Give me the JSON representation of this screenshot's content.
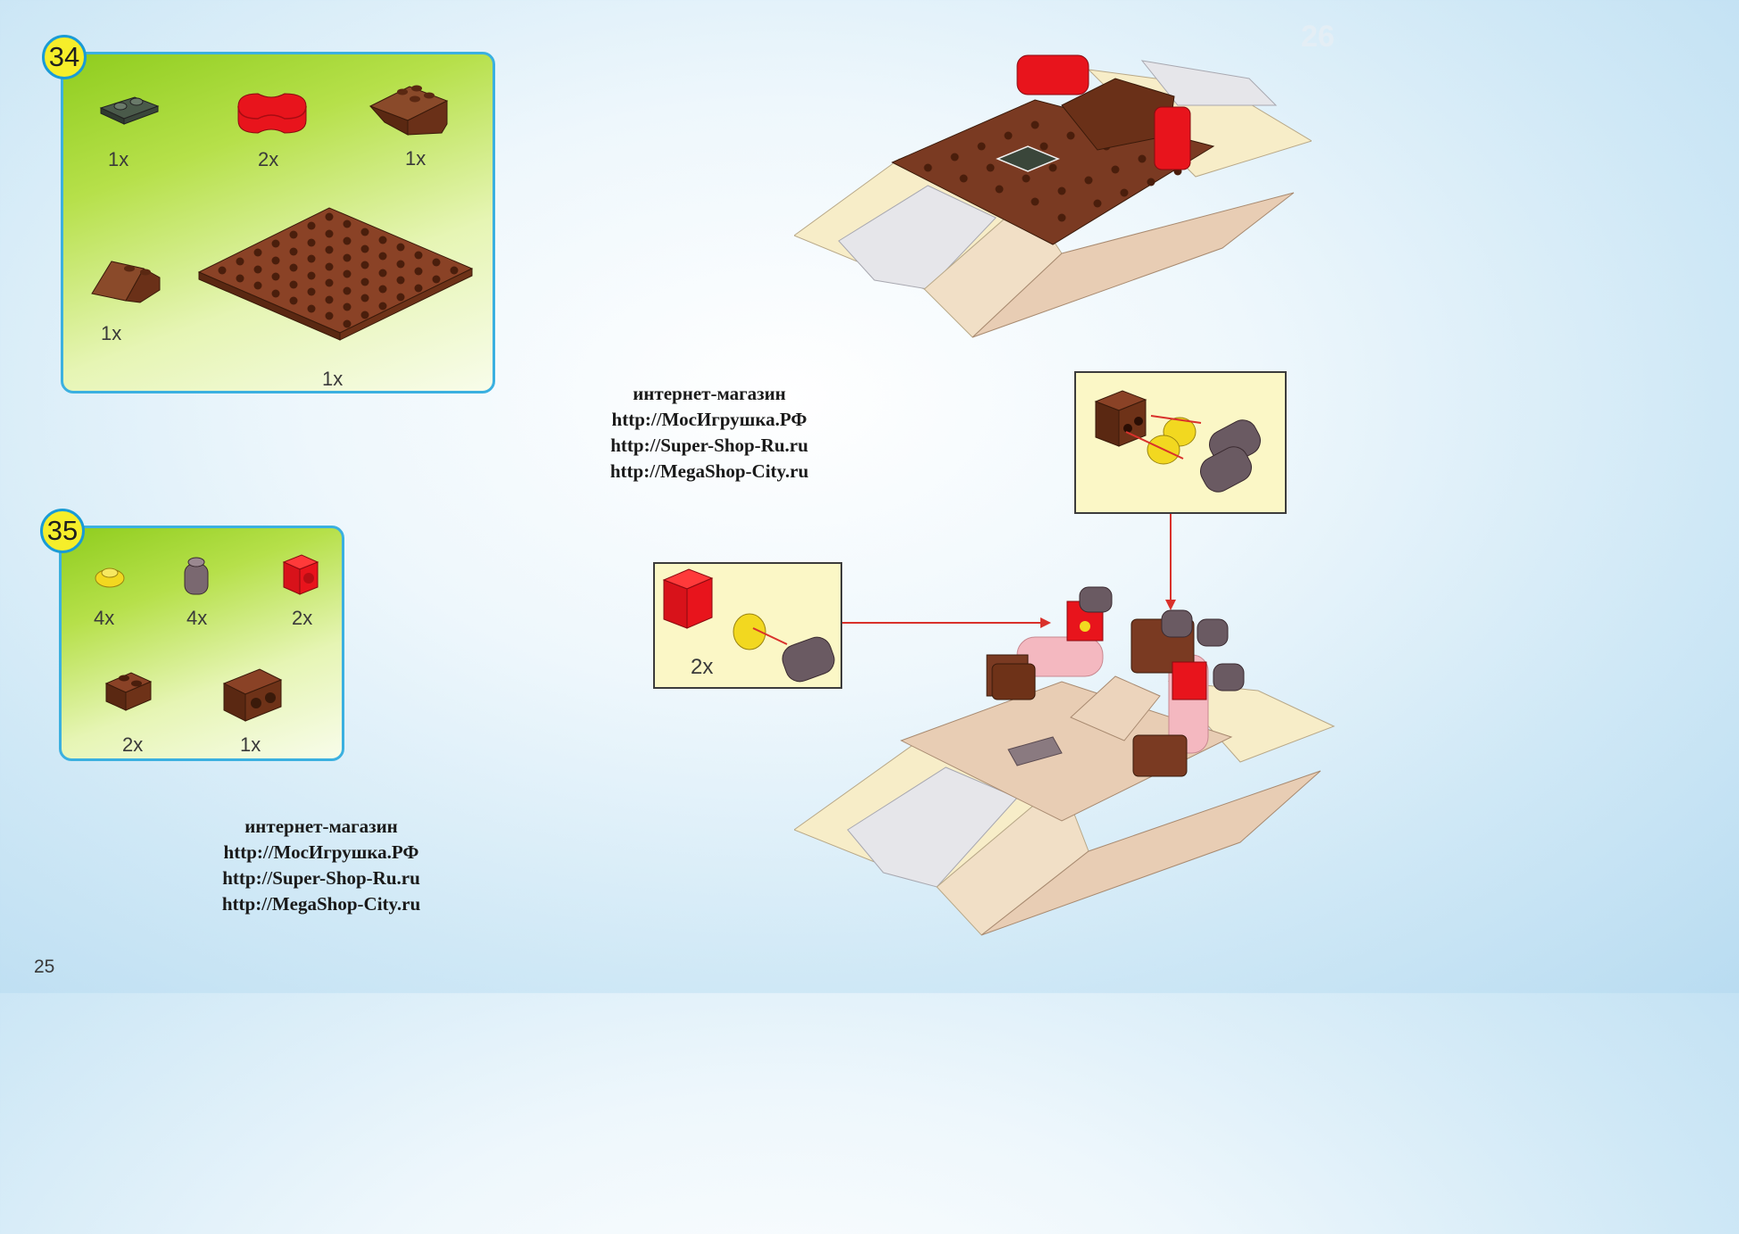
{
  "page_number": "25",
  "page_number_faint": "26",
  "step34": {
    "number": "34",
    "parts": [
      {
        "name": "dark-plate-1x2",
        "qty": "1x"
      },
      {
        "name": "red-round-2x2",
        "qty": "2x"
      },
      {
        "name": "brown-slope-2x3",
        "qty": "1x"
      },
      {
        "name": "brown-slope-2x2",
        "qty": "1x"
      },
      {
        "name": "brown-plate-8x8",
        "qty": "1x"
      }
    ]
  },
  "step35": {
    "number": "35",
    "parts": [
      {
        "name": "yellow-round-plate-1x1",
        "qty": "4x"
      },
      {
        "name": "gray-round-brick-1x1",
        "qty": "4x"
      },
      {
        "name": "red-technic-brick-1x1",
        "qty": "2x"
      },
      {
        "name": "brown-brick-1x2",
        "qty": "2x"
      },
      {
        "name": "brown-technic-brick-1x2",
        "qty": "1x"
      }
    ]
  },
  "inset_left": {
    "qty": "2x"
  },
  "shop_text": {
    "line1": "интернет-магазин",
    "line2": "http://МосИгрушка.РФ",
    "line3": "http://Super-Shop-Ru.ru",
    "line4": "http://MegaShop-City.ru"
  },
  "colors": {
    "panel_border": "#3bb0e0",
    "badge_fill": "#f6ee2a",
    "brick_brown": "#7a3a22",
    "brick_red": "#e8141c",
    "brick_tan": "#e8cdb4",
    "brick_cream": "#f7edc8",
    "arrow_red": "#d9312b"
  }
}
